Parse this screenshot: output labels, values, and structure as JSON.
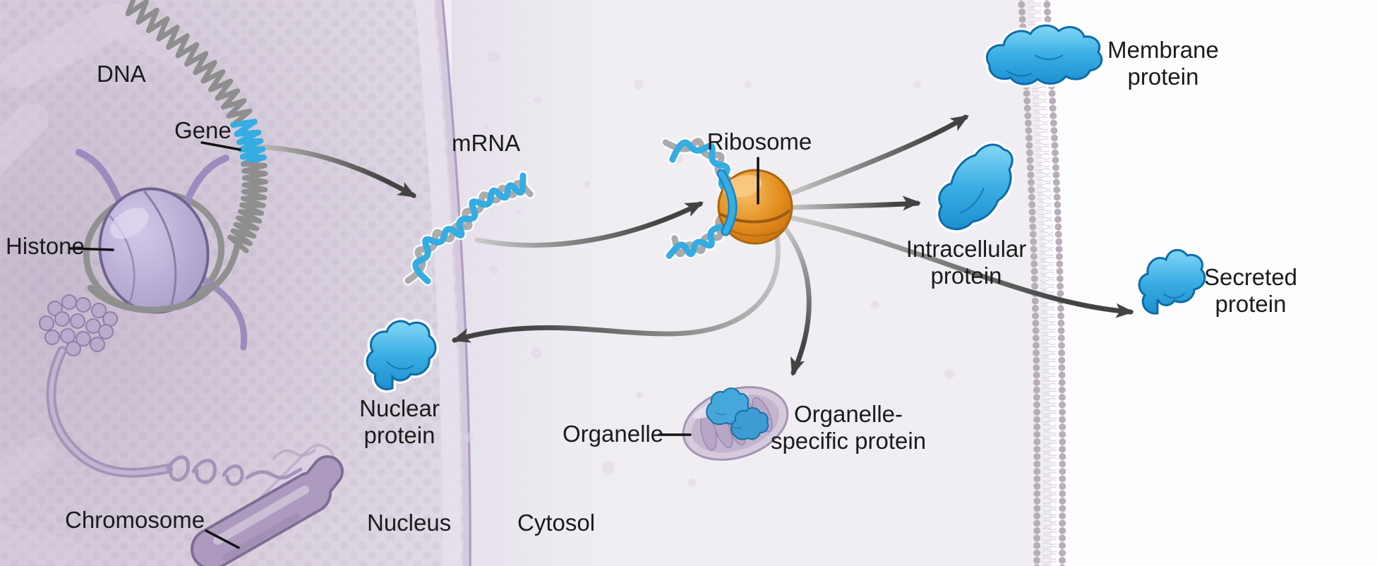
{
  "labels": {
    "dna": "DNA",
    "gene": "Gene",
    "histone": "Histone",
    "chromosome": "Chromosome",
    "mrna": "mRNA",
    "ribosome": "Ribosome",
    "organelle": "Organelle",
    "nucleus": "Nucleus",
    "cytosol": "Cytosol",
    "nuclear_protein": {
      "line1": "Nuclear",
      "line2": "protein"
    },
    "organelle_specific_protein": {
      "line1": "Organelle-",
      "line2": "specific protein"
    },
    "intracellular_protein": {
      "line1": "Intracellular",
      "line2": "protein"
    },
    "membrane_protein": {
      "line1": "Membrane",
      "line2": "protein"
    },
    "secreted_protein": {
      "line1": "Secreted",
      "line2": "protein"
    }
  },
  "colors": {
    "label_text": "#1b1b1b",
    "protein_blue": "#35ACE2",
    "ribosome_orange": "#E08A1E",
    "nucleus_fill": "#E0D9E4",
    "cytosol_fill": "#F0EEF3",
    "extracellular_fill": "#FDFDFF",
    "membrane_head": "#B8ADBB",
    "chromatin_purple": "#AC9BBE",
    "dna_grey": "#8E8E8E",
    "arrow_dark": "#434343"
  }
}
